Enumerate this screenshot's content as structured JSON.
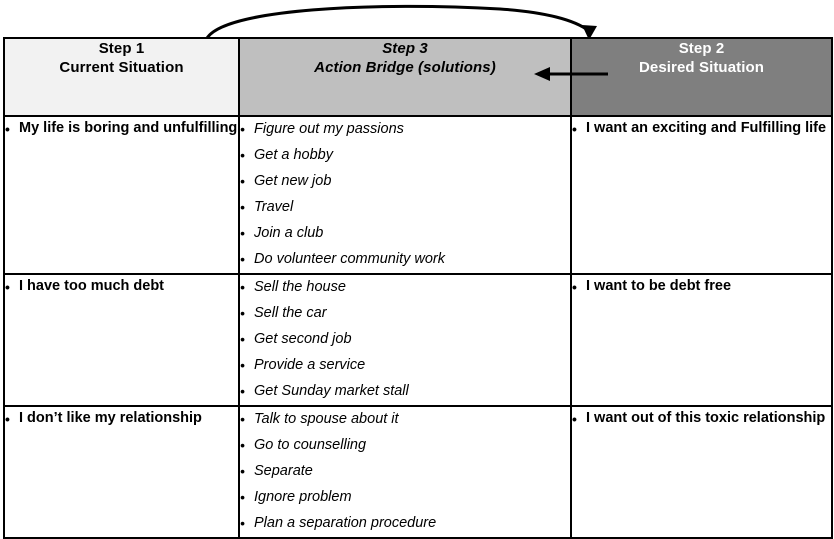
{
  "diagram": {
    "title": "Action Bridge Problem-Solving Table",
    "colors": {
      "header_step1_bg": "#F2F2F2",
      "header_step3_bg": "#BFBFBF",
      "header_step2_bg": "#7F7F7F",
      "header_step2_text": "#FFFFFF",
      "border": "#000000",
      "body_bg": "#FFFFFF",
      "arrow": "#000000"
    },
    "arrows": [
      {
        "name": "curved-arrow-step1-to-step2",
        "from": "Step 1",
        "to": "Step 2",
        "style": "curved",
        "direction": "left-to-right"
      },
      {
        "name": "straight-arrow-step2-to-step3",
        "from": "Step 2",
        "to": "Step 3",
        "style": "straight",
        "direction": "right-to-left"
      }
    ]
  },
  "columns": [
    {
      "key": "step1",
      "step_label": "Step 1",
      "name": "Current Situation",
      "italic": false
    },
    {
      "key": "step3",
      "step_label": "Step 3",
      "name": "Action Bridge (solutions)",
      "italic": true
    },
    {
      "key": "step2",
      "step_label": "Step 2",
      "name": "Desired Situation",
      "italic": false
    }
  ],
  "rows": [
    {
      "current_situation": [
        "My life is boring and unfulfilling"
      ],
      "action_bridge": [
        "Figure out my passions",
        "Get a hobby",
        "Get new job",
        "Travel",
        "Join a club",
        "Do volunteer community work"
      ],
      "desired_situation": [
        "I want an exciting and Fulfilling life"
      ]
    },
    {
      "current_situation": [
        "I have too much debt"
      ],
      "action_bridge": [
        "Sell the house",
        "Sell the car",
        "Get second job",
        "Provide a service",
        "Get Sunday market stall"
      ],
      "desired_situation": [
        "I want to be debt free"
      ]
    },
    {
      "current_situation": [
        "I don’t like my relationship"
      ],
      "action_bridge": [
        "Talk to spouse about it",
        "Go to counselling",
        "Separate",
        "Ignore problem",
        "Plan a separation procedure"
      ],
      "desired_situation": [
        "I want out of this toxic relationship"
      ]
    }
  ]
}
